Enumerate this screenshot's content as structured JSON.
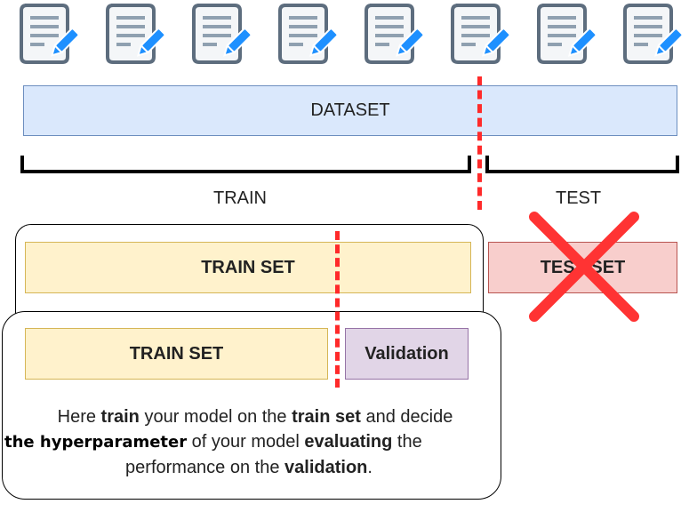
{
  "diagram": {
    "dataset_label": "DATASET",
    "train_label": "TRAIN",
    "test_label": "TEST",
    "outer_panel": {
      "train_set_label": "TRAIN SET",
      "test_set_label": "TEST SET"
    },
    "inner_panel": {
      "train_set_label": "TRAIN SET",
      "validation_label": "Validation"
    },
    "description": {
      "line1": [
        "Here ",
        "train",
        " your model on the ",
        "train set",
        " and decide"
      ],
      "line2": [
        "the hyperparameter",
        " of your model ",
        "evaluating",
        " the"
      ],
      "line3": [
        "performance on the ",
        "validation",
        "."
      ]
    },
    "document_icons": [
      "document-edit-icon",
      "document-edit-icon",
      "document-edit-icon",
      "document-edit-icon",
      "document-edit-icon",
      "document-edit-icon",
      "document-edit-icon",
      "document-edit-icon"
    ],
    "colors": {
      "dataset_fill": "#dae8fc",
      "dataset_stroke": "#6c8ebf",
      "train_fill": "#fff2cc",
      "train_stroke": "#d6b656",
      "validation_fill": "#e1d5e7",
      "validation_stroke": "#9673a6",
      "test_fill": "#f8cecc",
      "test_stroke": "#b85450",
      "split_line": "#ff2a2a",
      "cross": "#ff3333",
      "icon_stroke": "#5d6d7e",
      "icon_lines": "#8fa0b0",
      "pencil": "#1e90ff"
    }
  }
}
